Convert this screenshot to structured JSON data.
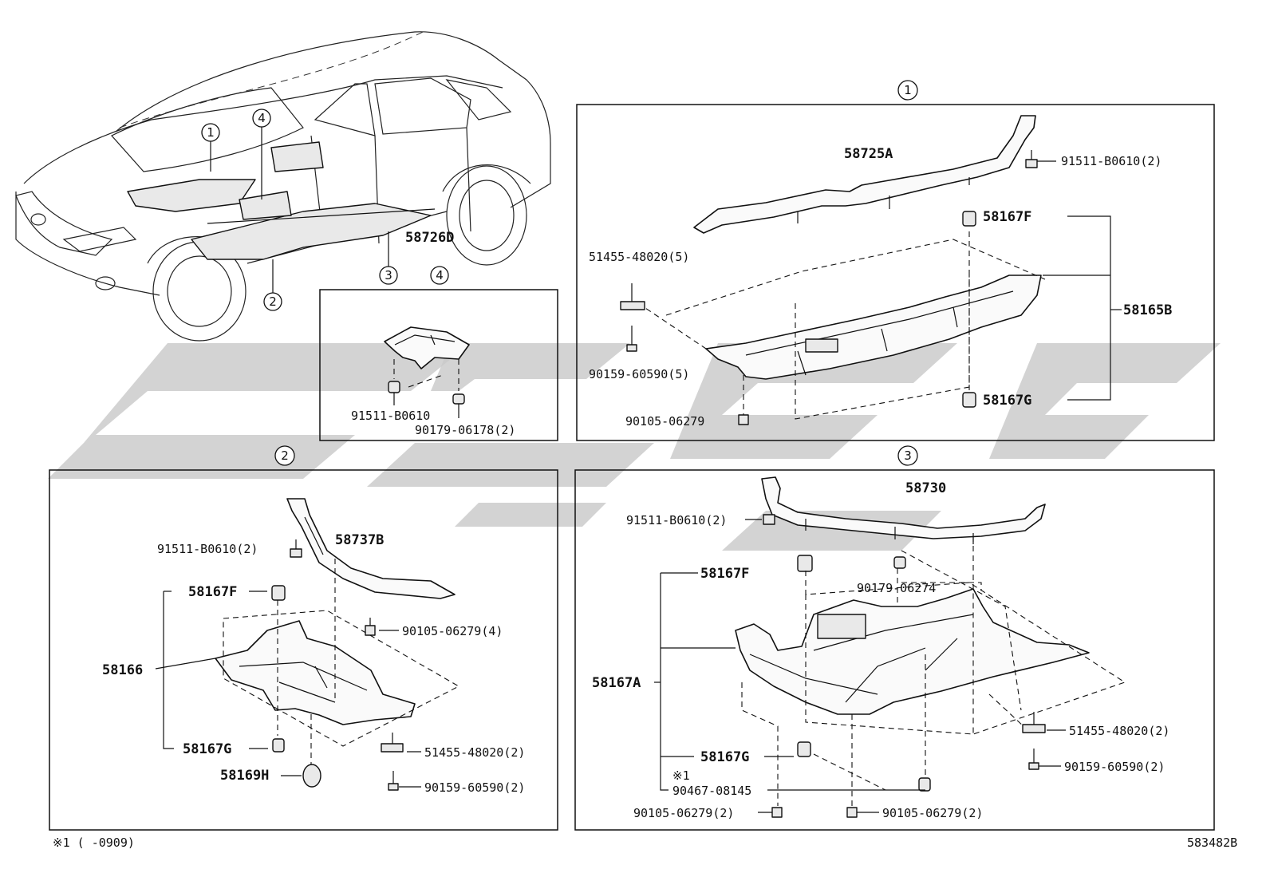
{
  "document": {
    "diagram_code": "583482B",
    "footnote": "※1 (      -0909)"
  },
  "overview": {
    "callouts": [
      "1",
      "4",
      "3",
      "2"
    ]
  },
  "section1": {
    "marker": "1",
    "labels": {
      "bracket": "58725A",
      "bolt_top": "91511-B0610(2)",
      "clip_upper": "58167F",
      "clip_lower": "58167G",
      "assembly": "58165B",
      "retainer": "51455-48020(5)",
      "bolt_side": "90159-60590(5)",
      "bolt_bottom": "90105-06279"
    }
  },
  "section2": {
    "marker": "2",
    "labels": {
      "bracket": "58737B",
      "bolt_top": "91511-B0610(2)",
      "clip_upper": "58167F",
      "assembly": "58166",
      "bolt_mid": "90105-06279(4)",
      "clip_lower": "58167G",
      "retainer": "51455-48020(2)",
      "grommet": "58169H",
      "bolt_side": "90159-60590(2)"
    }
  },
  "section3": {
    "marker": "3",
    "labels": {
      "bracket": "58730",
      "bolt_top": "91511-B0610(2)",
      "nut": "90179-06274",
      "clip_upper": "58167F",
      "assembly": "58167A",
      "retainer": "51455-48020(2)",
      "bolt_side": "90159-60590(2)",
      "clip_lower": "58167G",
      "note_mark": "※1",
      "screw": "90467-08145",
      "bolt_left": "90105-06279(2)",
      "bolt_right": "90105-06279(2)"
    }
  },
  "section4": {
    "marker": "4",
    "marker_alt": "3",
    "labels": {
      "plate": "58726D",
      "bolt": "91511-B0610",
      "nut": "90179-06178(2)"
    }
  }
}
